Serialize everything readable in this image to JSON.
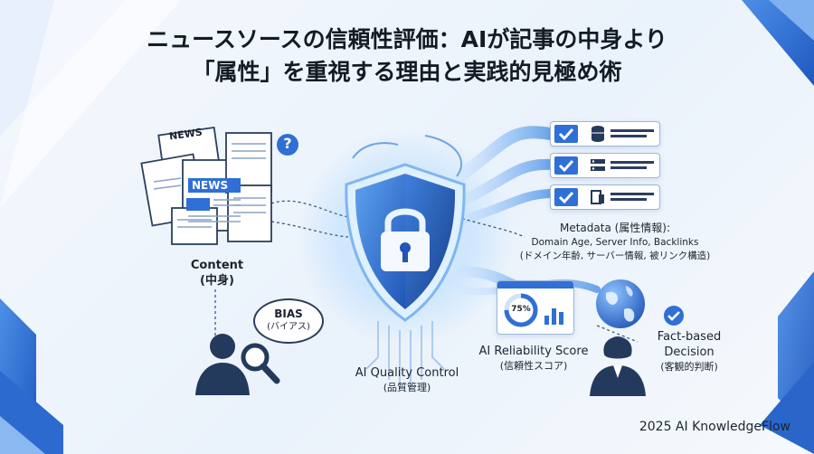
{
  "title": {
    "line1": "ニュースソースの信頼性評価：AIが記事の中身より",
    "line2": "「属性」を重視する理由と実践的見極め術"
  },
  "content": {
    "label": "Content",
    "sublabel": "(中身)"
  },
  "news_badges": [
    "NEWS",
    "NEWS"
  ],
  "question_mark": "?",
  "bias": {
    "label": "BIAS",
    "sublabel": "(バイアス)"
  },
  "quality": {
    "label": "AI Quality Control",
    "sublabel": "(品質管理)"
  },
  "metadata": {
    "label": "Metadata (属性情報):",
    "line2": "Domain Age, Server Info, Backlinks",
    "line3": "(ドメイン年齢, サーバー情報, 被リンク構造)"
  },
  "score": {
    "value": "75%",
    "label": "AI Reliability Score",
    "sublabel": "(信頼性スコア)"
  },
  "decision": {
    "label": "Fact-based",
    "label2": "Decision",
    "sublabel": "(客観的判断)"
  },
  "credit": "2025 AI KnowledgeFlow",
  "colors": {
    "accent": "#2f6fd6",
    "accent_dark": "#1d4fa8",
    "navy": "#233a5c",
    "glow": "#bfe2ff"
  },
  "icons": [
    "newspaper-icon",
    "document-icon",
    "question-icon",
    "person-icon",
    "magnifier-icon",
    "shield-lock-icon",
    "checkbox-icon",
    "database-icon",
    "list-icon",
    "server-icon",
    "dashboard-icon",
    "globe-icon",
    "check-icon",
    "businesswoman-icon"
  ]
}
